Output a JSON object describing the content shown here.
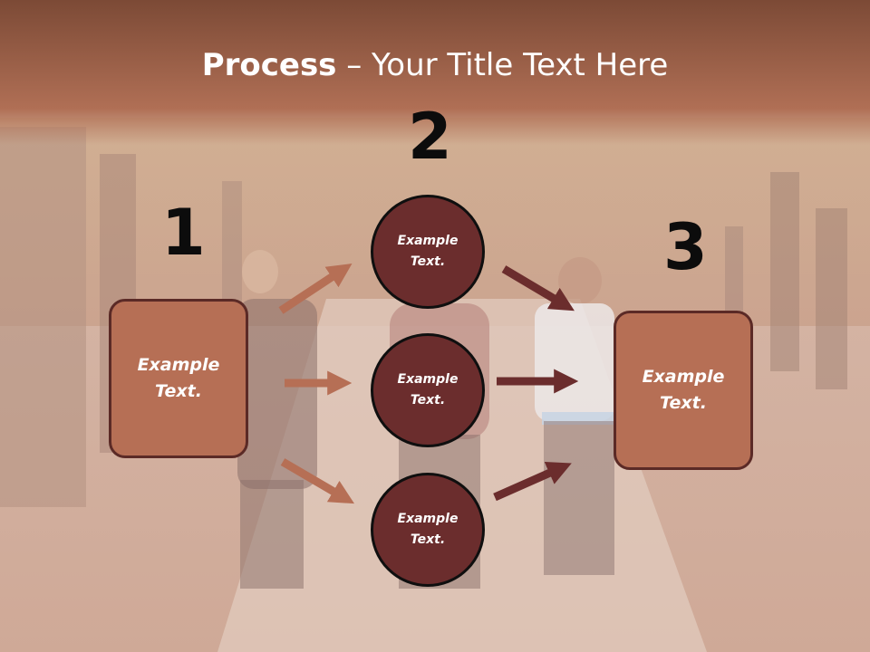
{
  "title": {
    "bold": "Process",
    "rest": " – Your Title Text Here"
  },
  "numbers": [
    "1",
    "2",
    "3"
  ],
  "left_box": {
    "line1": "Example",
    "line2": "Text."
  },
  "right_box": {
    "line1": "Example",
    "line2": "Text."
  },
  "circles": [
    {
      "line1": "Example",
      "line2": "Text."
    },
    {
      "line1": "Example",
      "line2": "Text."
    },
    {
      "line1": "Example",
      "line2": "Text."
    }
  ],
  "colors": {
    "header": "#a8664c",
    "box_fill": "#b66f55",
    "circle_fill": "#6b2d2d",
    "arrow_light": "#b66f55",
    "arrow_dark": "#6b2d2d"
  }
}
